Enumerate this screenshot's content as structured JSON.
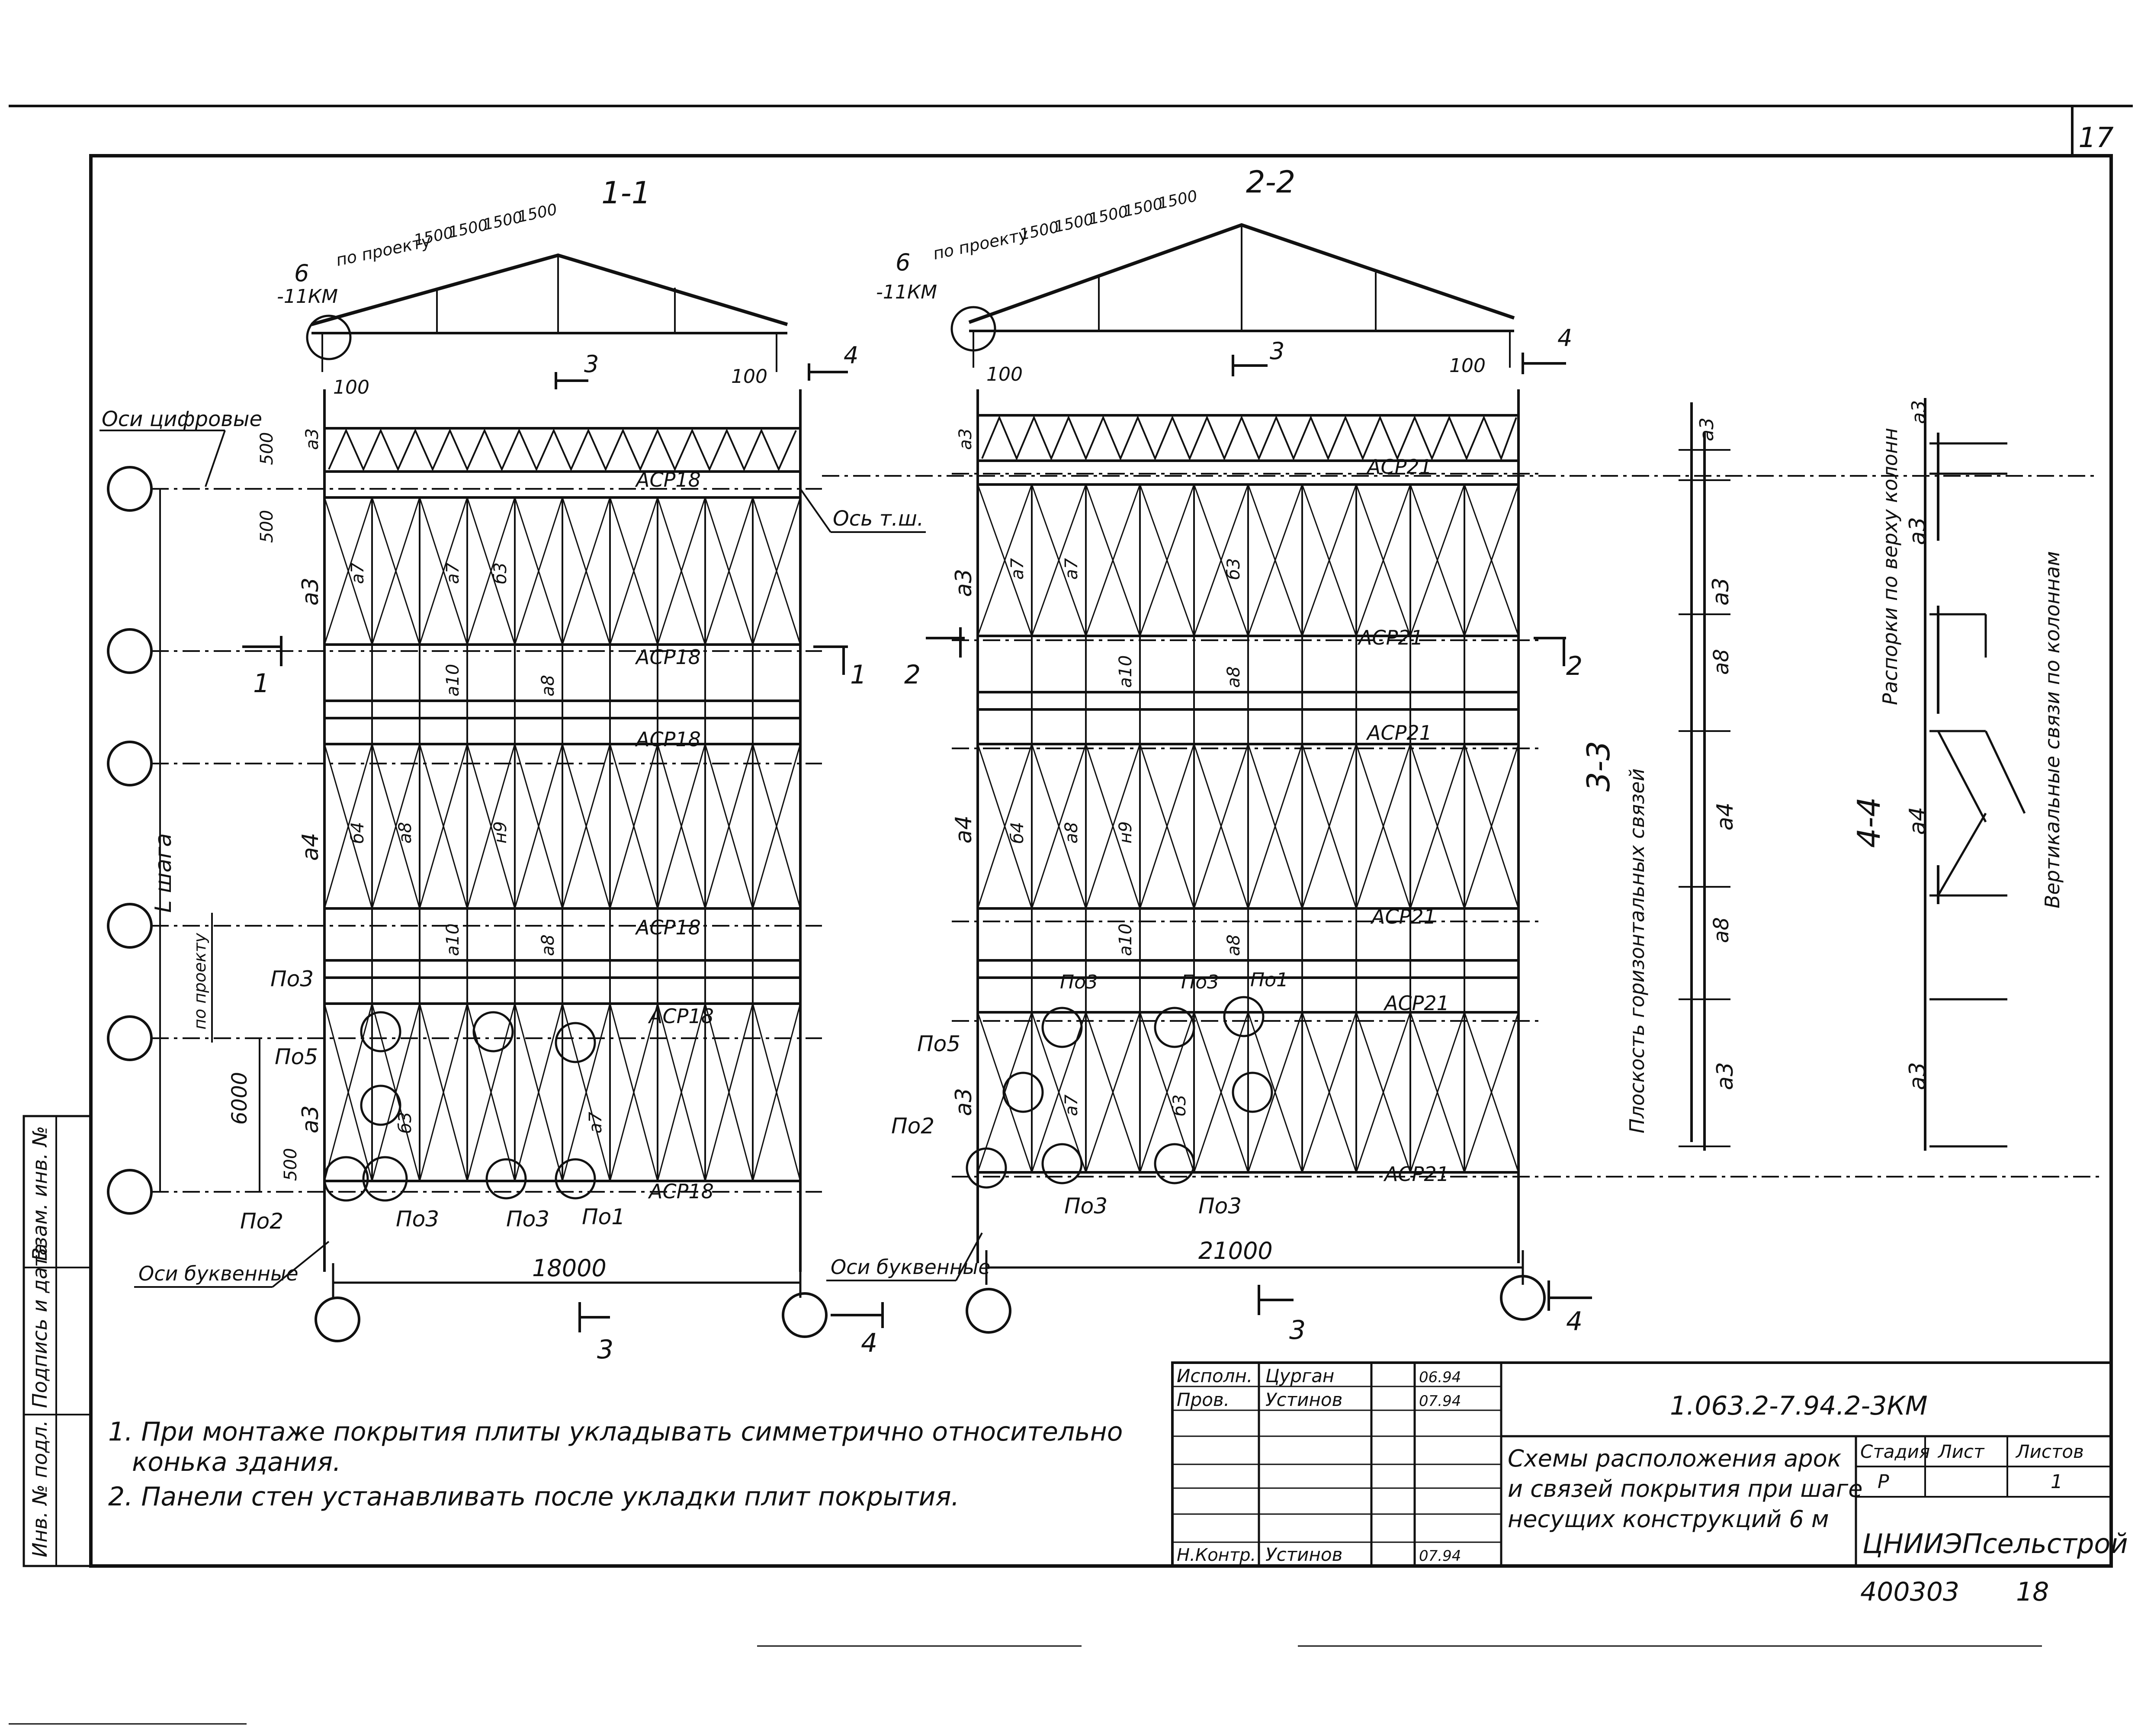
{
  "sheet_number": "17",
  "sections": {
    "s11": "1-1",
    "s22": "2-2",
    "s33": "3-3",
    "s44": "4-4",
    "cut3": "3",
    "cut4": "4",
    "cut1": "1",
    "cut2": "2"
  },
  "roof_dims": {
    "left": [
      "6",
      "-11КМ",
      "по проекту",
      "1500",
      "1500",
      "1500",
      "1500"
    ],
    "right": [
      "6",
      "-11КМ",
      "по проекту",
      "1500",
      "1500",
      "1500",
      "1500",
      "1500"
    ]
  },
  "dims": {
    "d100": "100",
    "d500": "500",
    "d6000": "6000",
    "span1": "18000",
    "span2": "21000",
    "l_step": "L шага",
    "by_project": "по проекту"
  },
  "axes_labels": {
    "digital": "Оси цифровые",
    "letter": "Оси буквенные",
    "ridge": "Ось т.ш."
  },
  "beams": {
    "left": "АСР18",
    "right": "АСР21"
  },
  "nodes": {
    "po1": "По1",
    "po2": "По2",
    "po3": "По3",
    "po5": "По5"
  },
  "bracing_labels": {
    "a3": "а3",
    "a4": "а4",
    "a7": "а7",
    "a8": "а8",
    "a10": "а10",
    "b3": "б3",
    "b4": "б4",
    "n9": "н9"
  },
  "section_labels": {
    "horizontal_plane": "Плоскость горизонтальных связей",
    "column_struts": "Распорки по верху колонн",
    "vertical_bracing": "Вертикальные связи по колоннам"
  },
  "notes": [
    "1. При монтаже покрытия плиты укладывать симметрично относительно",
    "конька здания.",
    "2. Панели стен устанавливать после укладки плит покрытия."
  ],
  "side_stamp": [
    "Инв. № подл.",
    "Подпись и дата",
    "Взам. инв. №"
  ],
  "title_block": {
    "rows": [
      {
        "role": "Исполн.",
        "name": "Цурган",
        "date": "06.94"
      },
      {
        "role": "Пров.",
        "name": "Устинов",
        "date": "07.94"
      },
      {
        "role": "Н.Контр.",
        "name": "Устинов",
        "date": "07.94"
      }
    ],
    "code": "1.063.2-7.94.2-3КМ",
    "title_lines": [
      "Схемы расположения арок",
      "и связей покрытия при шаге",
      "несущих конструкций 6 м"
    ],
    "stage_header": "Стадия",
    "sheet_header": "Лист",
    "sheets_header": "Листов",
    "stage": "Р",
    "sheets": "1",
    "org": "ЦНИИЭПсельстрой",
    "inventory": "400303",
    "inventory_sheet": "18"
  },
  "colors": {
    "ink": "#111111",
    "paper": "#ffffff"
  }
}
